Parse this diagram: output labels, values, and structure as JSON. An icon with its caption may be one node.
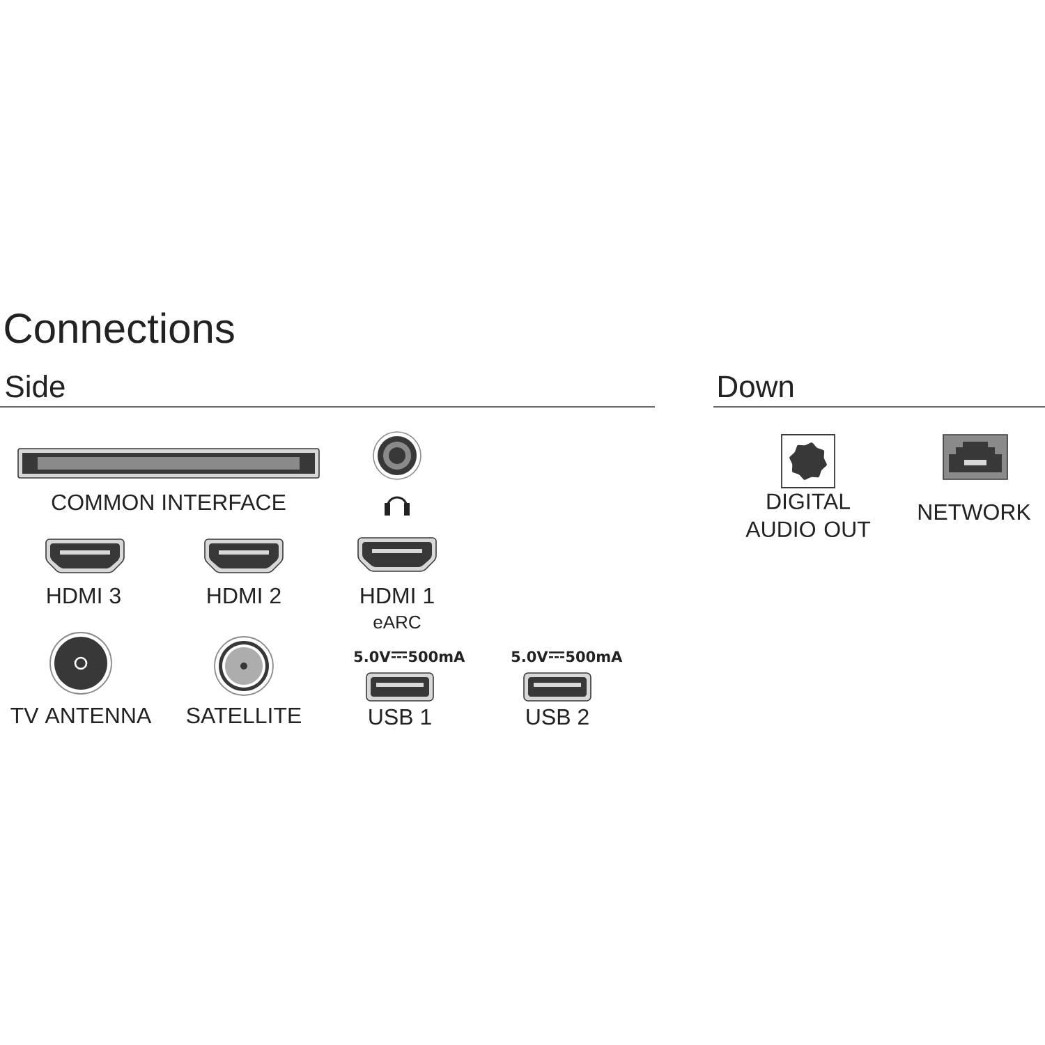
{
  "diagram": {
    "title": "Connections",
    "labels": [
      "Side",
      "Down",
      "COMMON INTERFACE",
      "DIGITAL AUDIO OUT",
      "NETWORK",
      "HDMI 3",
      "HDMI 2",
      "HDMI 1",
      "eARC",
      "5.0V",
      "500mA",
      "5.0V",
      "500mA",
      "TV ANTENNA",
      "SATELLITE",
      "USB 1",
      "USB 2"
    ]
  }
}
